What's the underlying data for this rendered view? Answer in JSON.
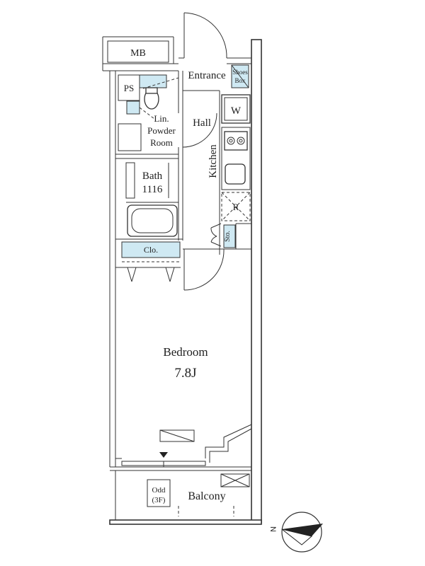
{
  "rooms": {
    "mb": "MB",
    "ps": "PS",
    "entrance": "Entrance",
    "shoes_box_line1": "Shoes",
    "shoes_box_line2": "Box",
    "washer": "W",
    "hall": "Hall",
    "lin": "Lin.",
    "powder_line1": "Powder",
    "powder_line2": "Room",
    "kitchen": "Kitchen",
    "bath_line1": "Bath",
    "bath_line2": "1116",
    "fridge": "R",
    "storage": "Sto.",
    "closet": "Clo.",
    "bedroom": "Bedroom",
    "bedroom_size": "7.8J",
    "balcony": "Balcony",
    "odd_line1": "Odd",
    "odd_line2": "(3F)"
  },
  "compass": {
    "label": "N"
  },
  "colors": {
    "accent_blue": "#cfe9f3",
    "line": "#333333"
  }
}
